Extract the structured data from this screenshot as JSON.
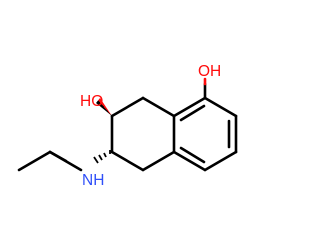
{
  "molecule": {
    "atoms": {
      "oh_right": {
        "text": "OH",
        "color": "#ff0d0d"
      },
      "oh_left": {
        "text": "HO",
        "color": "#ff0d0d"
      },
      "nh": {
        "text": "NH",
        "color": "#3050f8"
      }
    },
    "bond_color": "#000000",
    "hetero_bond_colors": {
      "oxygen": "#ff0d0d",
      "nitrogen": "#3050f8"
    }
  }
}
